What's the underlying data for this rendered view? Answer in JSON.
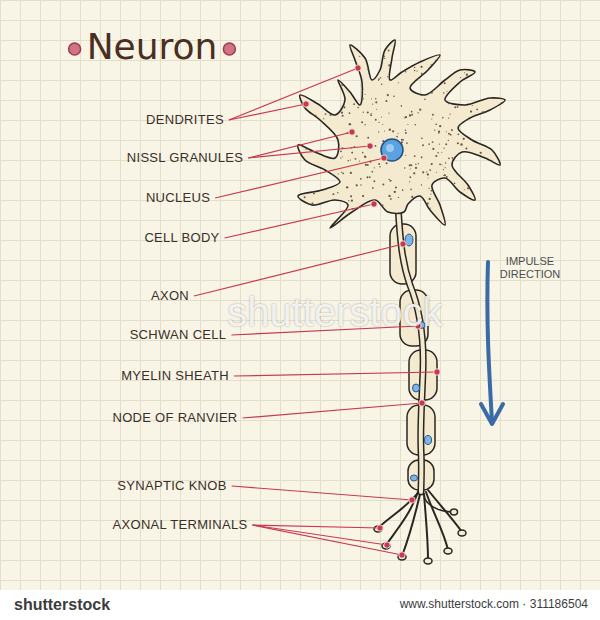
{
  "diagram": {
    "title": "Neuron",
    "labels": [
      "DENDRITES",
      "NISSL GRANULES",
      "NUCLEUS",
      "CELL BODY",
      "AXON",
      "SCHWAN CELL",
      "MYELIN SHEATH",
      "NODE OF RANVIER",
      "SYNAPTIC KNOB",
      "AXONAL TERMINALS",
      "IMPULSE DIRECTION",
      "shutterstock",
      "shutterstock",
      "www.shutterstock.com · 311186504"
    ]
  }
}
